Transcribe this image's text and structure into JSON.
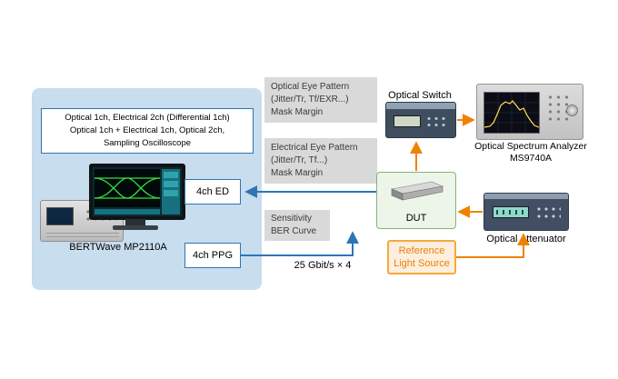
{
  "diagram": {
    "config_box": {
      "line1": "Optical 1ch, Electrical 2ch (Differential 1ch)",
      "line2": "Optical 1ch + Electrical 1ch, Optical 2ch,",
      "line3": "Sampling Oscilloscope"
    },
    "bertwave": {
      "caption": "BERTWave  MP2110A",
      "ed": "4ch ED",
      "ppg": "4ch PPG"
    },
    "notes": {
      "optical_eye": {
        "line1": "Optical Eye Pattern",
        "line2": "(Jitter/Tr, Tf/EXR...)",
        "line3": "Mask Margin"
      },
      "electrical_eye": {
        "line1": "Electrical Eye Pattern",
        "line2": "(Jitter/Tr, Tf...)",
        "line3": "Mask Margin"
      },
      "sensitivity": {
        "line1": "Sensitivity",
        "line2": "BER Curve"
      }
    },
    "optical_switch": {
      "label": "Optical Switch"
    },
    "osa": {
      "line1": "Optical Spectrum Analyzer",
      "line2": "MS9740A"
    },
    "dut": {
      "label": "DUT"
    },
    "attenuator": {
      "label": "Optical Attenuator"
    },
    "light_source": {
      "line1": "Reference",
      "line2": "Light Source"
    },
    "bitrate": "25 Gbit/s × 4",
    "colors": {
      "panel_blue": "#c8ddee",
      "box_border_blue": "#2e75b6",
      "arrow_blue": "#2e75b6",
      "arrow_orange": "#ef8200",
      "note_gray": "#d9d9d9",
      "dut_border_green": "#84b17a",
      "dut_fill_green": "#edf4e8",
      "light_source_border": "#f6a93d",
      "light_source_fill": "#fdeedd",
      "light_source_text": "#e8820a"
    }
  }
}
